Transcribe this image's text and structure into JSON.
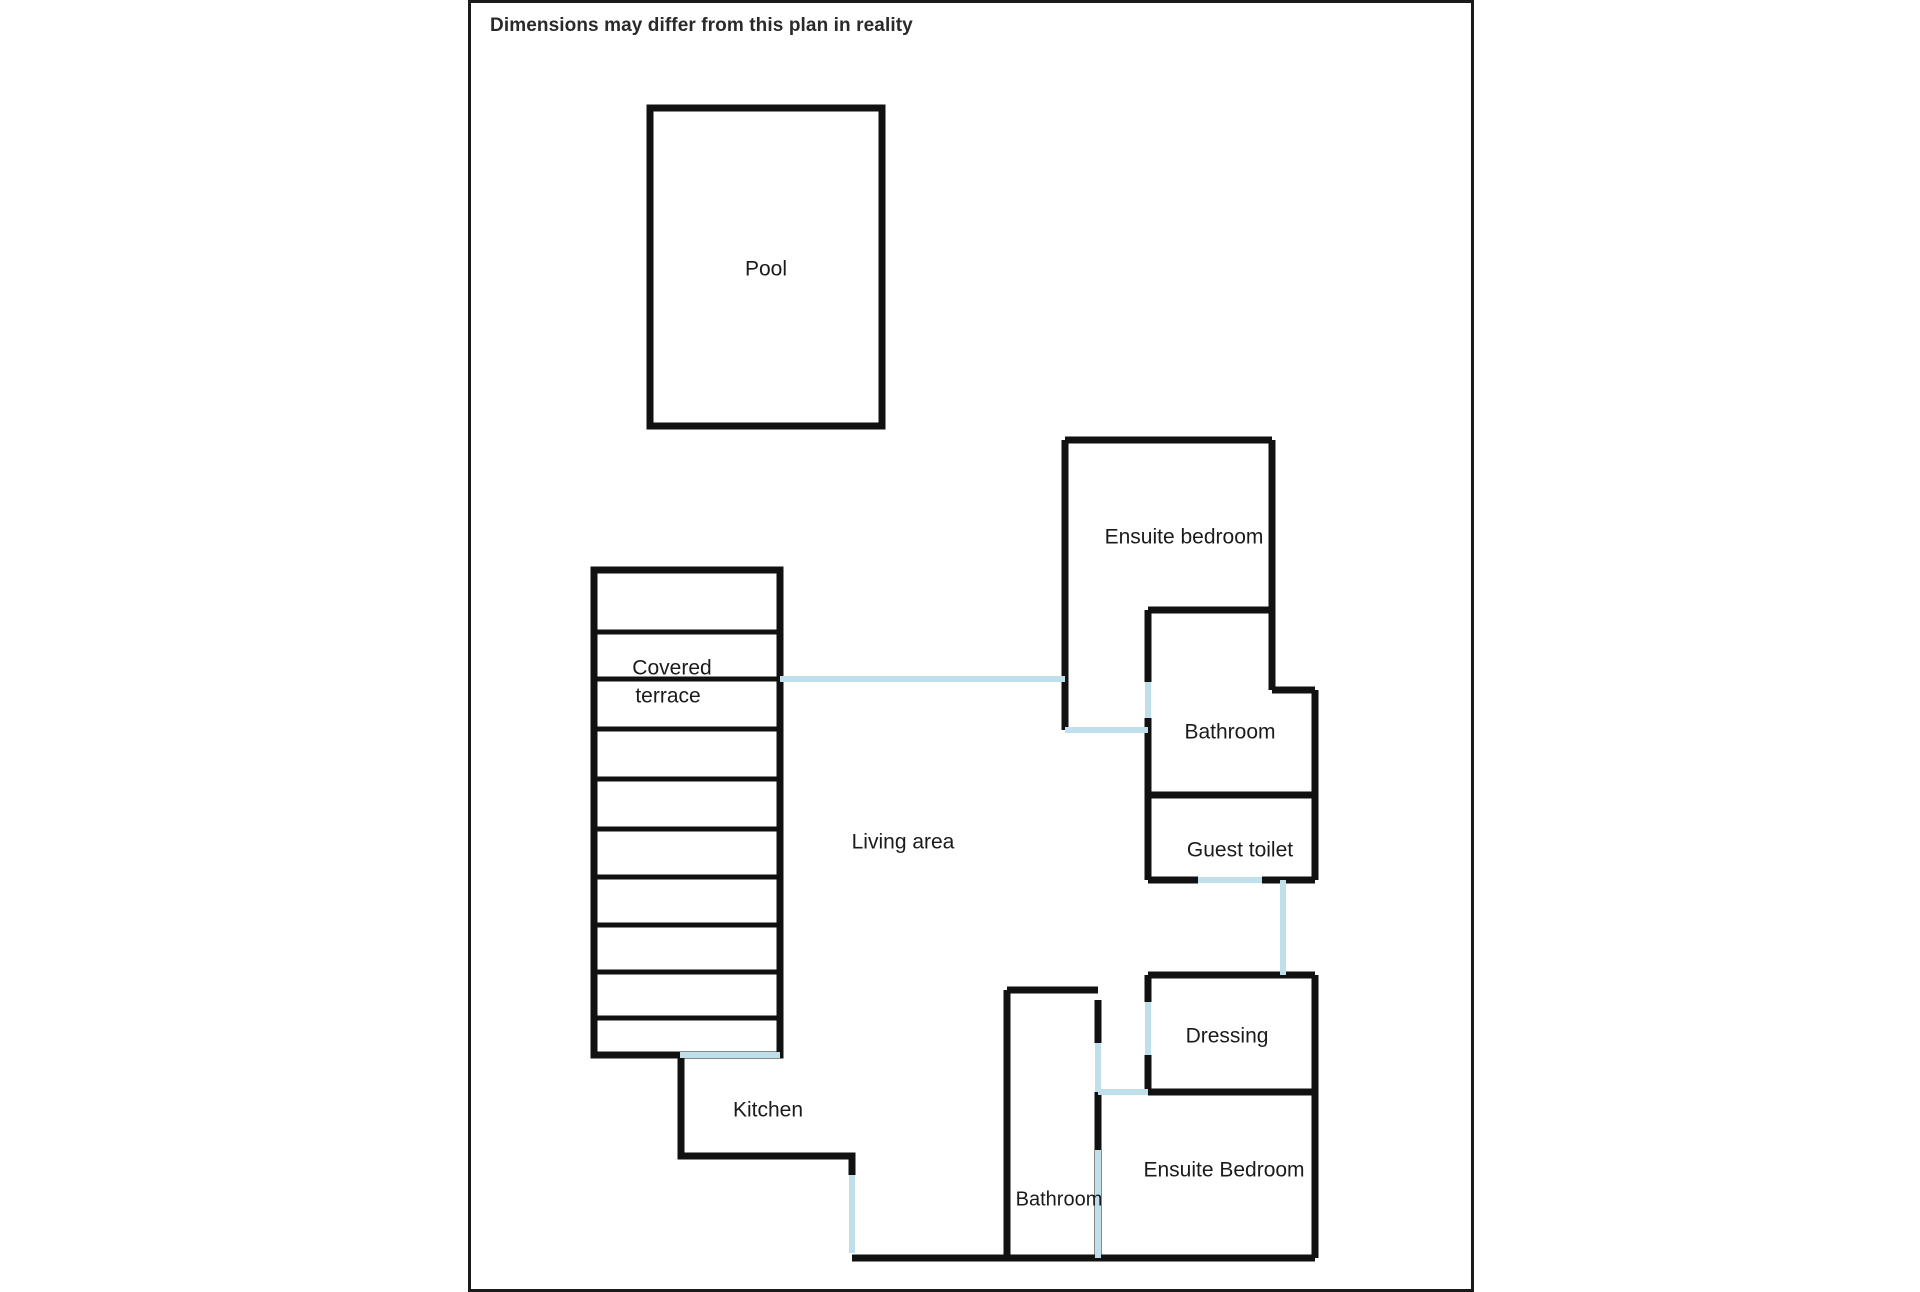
{
  "page": {
    "disclaimer": "Dimensions may differ from this plan in reality",
    "background_color": "#ffffff",
    "frame_border_color": "#1a1a1a",
    "wall_color": "#111111",
    "door_color": "#bfe0ea"
  },
  "rooms": {
    "pool": "Pool",
    "covered_terrace_line1": "Covered",
    "covered_terrace_line2": "terrace",
    "living_area": "Living area",
    "kitchen": "Kitchen",
    "ensuite_bedroom_top": "Ensuite bedroom",
    "bathroom_top": "Bathroom",
    "guest_toilet": "Guest toilet",
    "dressing": "Dressing",
    "ensuite_bedroom_bottom": "Ensuite Bedroom",
    "bathroom_bottom": "Bathroom"
  }
}
